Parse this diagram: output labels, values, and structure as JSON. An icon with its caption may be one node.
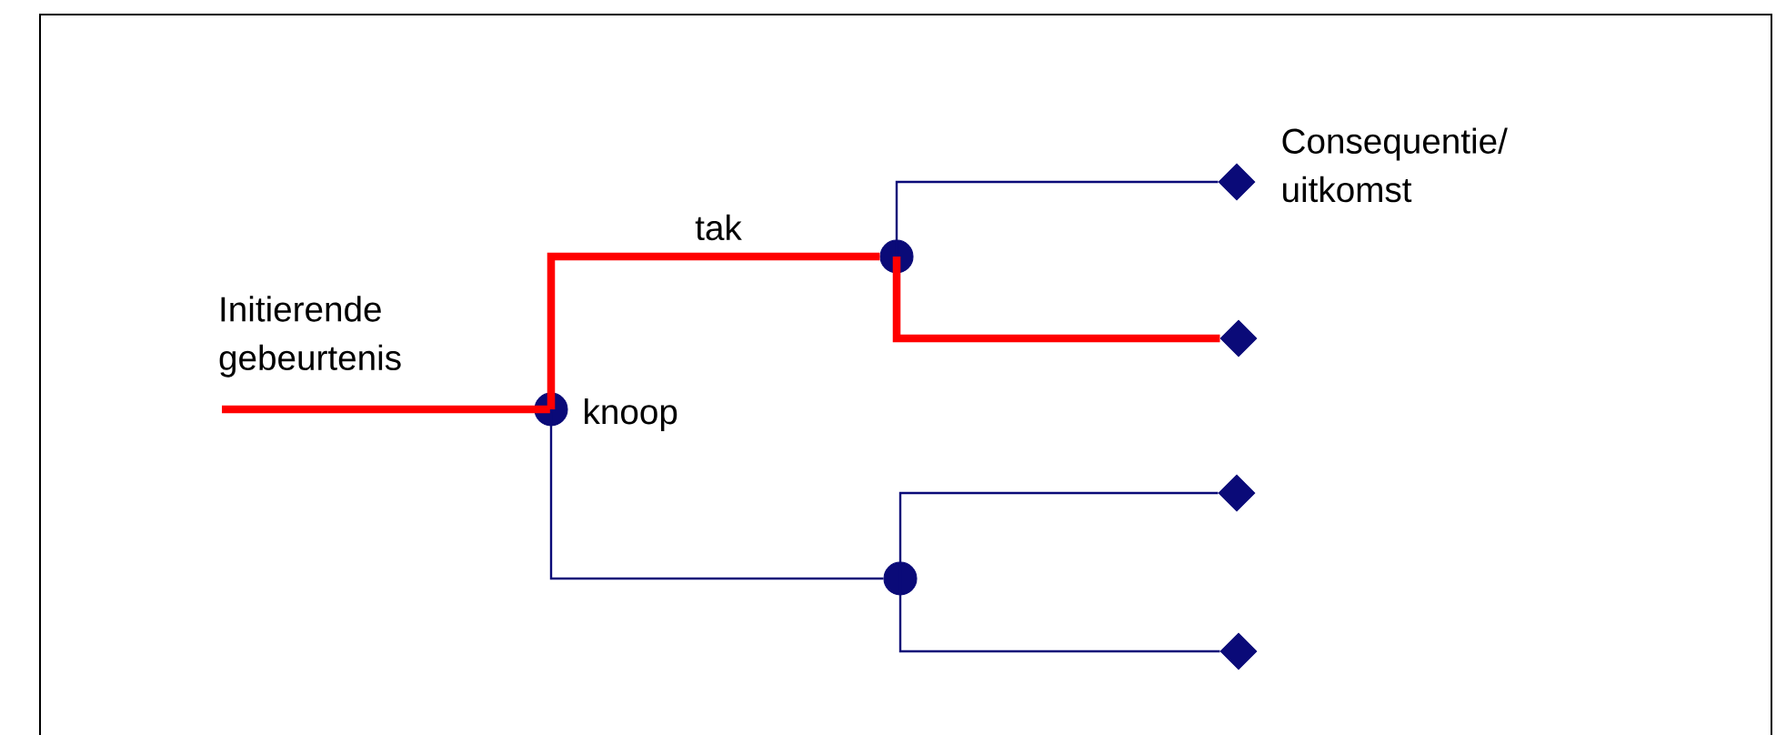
{
  "diagram": {
    "nodes": [
      {
        "text": [],
        "shape": "circle",
        "beside": [
          "knoop"
        ]
      },
      {
        "text": [],
        "shape": "circle"
      },
      {
        "text": [],
        "shape": "circle"
      },
      {
        "text": [],
        "shape": "diamond",
        "beside": [
          "Consequentie/ uitkomst"
        ]
      },
      {
        "text": [],
        "shape": "diamond"
      },
      {
        "text": [],
        "shape": "diamond"
      },
      {
        "text": [],
        "shape": "diamond"
      }
    ],
    "edges": [
      {
        "from": null,
        "to": 0,
        "arrow": "none",
        "label": "Initierende gebeurtenis",
        "style": "thick",
        "color": "#ff0000"
      },
      {
        "from": 0,
        "to": 1,
        "arrow": "none",
        "label": "tak",
        "style": "thick",
        "color": "#ff0000"
      },
      {
        "from": 0,
        "to": 2,
        "arrow": "none"
      },
      {
        "from": 1,
        "to": 3,
        "arrow": "none"
      },
      {
        "from": 1,
        "to": 4,
        "arrow": "none",
        "style": "thick",
        "color": "#ff0000"
      },
      {
        "from": 2,
        "to": 5,
        "arrow": "none"
      },
      {
        "from": 2,
        "to": 6,
        "arrow": "none"
      }
    ]
  }
}
